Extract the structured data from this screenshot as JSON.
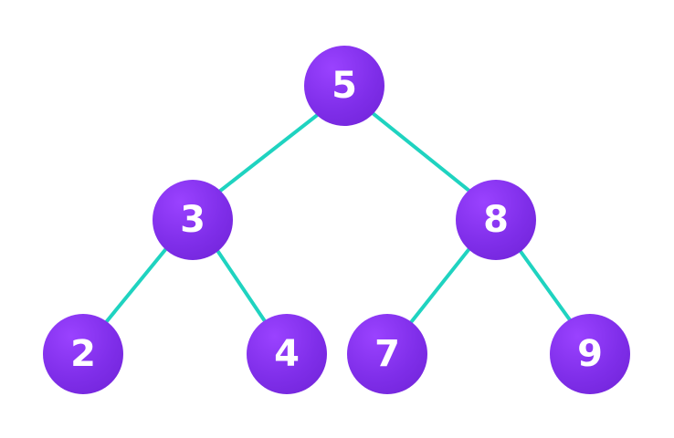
{
  "tree": {
    "node_color": "#7f2ee9",
    "edge_color": "#1fd3c0",
    "nodes": [
      {
        "id": "root",
        "label": "5"
      },
      {
        "id": "left",
        "label": "3"
      },
      {
        "id": "right",
        "label": "8"
      },
      {
        "id": "left-left",
        "label": "2"
      },
      {
        "id": "left-right",
        "label": "4"
      },
      {
        "id": "right-left",
        "label": "7"
      },
      {
        "id": "right-right",
        "label": "9"
      }
    ],
    "edges": [
      {
        "from": "root",
        "to": "left"
      },
      {
        "from": "root",
        "to": "right"
      },
      {
        "from": "left",
        "to": "left-left"
      },
      {
        "from": "left",
        "to": "left-right"
      },
      {
        "from": "right",
        "to": "right-left"
      },
      {
        "from": "right",
        "to": "right-right"
      }
    ]
  }
}
